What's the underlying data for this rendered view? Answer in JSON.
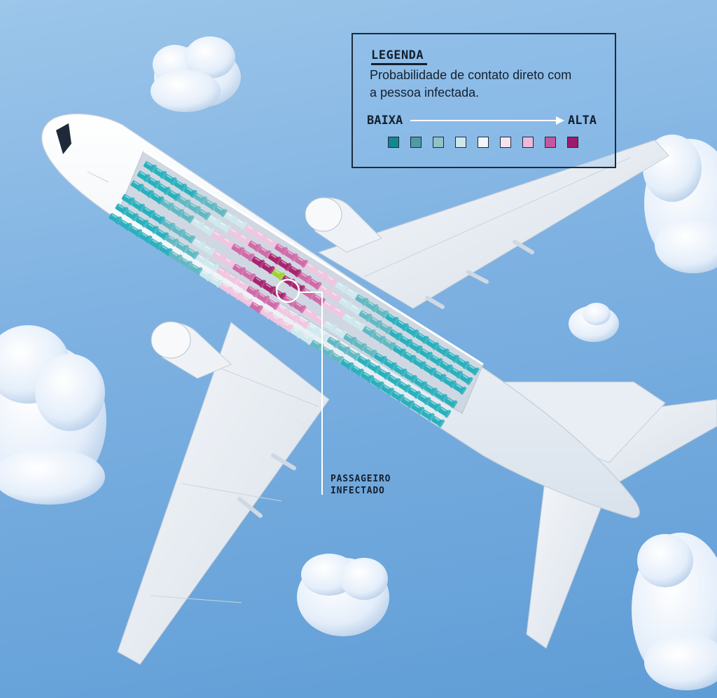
{
  "legend": {
    "title": "LEGENDA",
    "description": "Probabilidade de contato direto com a pessoa infectada.",
    "low_label": "BAIXA",
    "high_label": "ALTA",
    "scale_colors": [
      "#15878f",
      "#4f9ba4",
      "#8fc3c4",
      "#cde6ea",
      "#f3f5fa",
      "#f6e2ef",
      "#efb9d9",
      "#c4579f",
      "#9e1a6c"
    ]
  },
  "callout": {
    "line1": "PASSAGEIRO",
    "line2": "INFECTADO"
  },
  "seat_colors": {
    "low_teal": "#2ab0bd",
    "mid_teal": "#62b8c2",
    "pale": "#cfe9ee",
    "light_pink": "#f0c6e0",
    "pink": "#d06aa8",
    "high": "#a8246f",
    "infected": "#9ed332"
  }
}
